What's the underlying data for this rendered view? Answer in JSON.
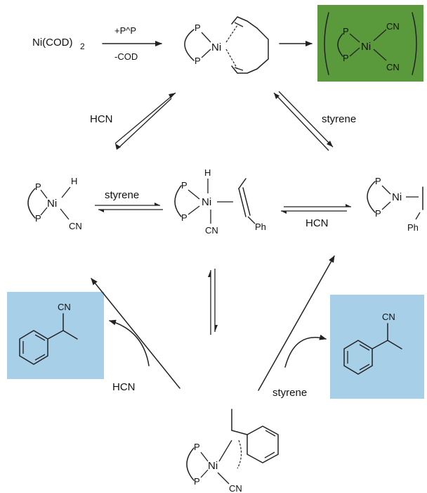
{
  "colors": {
    "product_box_blue": "#a7cfe8",
    "deactivated_box_green": "#5a9a3c",
    "ink": "#222222"
  },
  "labels": {
    "ni_cod2": "Ni(COD)",
    "ni_cod2_sub": "2",
    "add_ligand": "+P^P",
    "minus_cod": "-COD",
    "hcn": "HCN",
    "styrene": "styrene",
    "P": "P",
    "Ni": "Ni",
    "H": "H",
    "CN": "CN",
    "Ph": "Ph"
  }
}
